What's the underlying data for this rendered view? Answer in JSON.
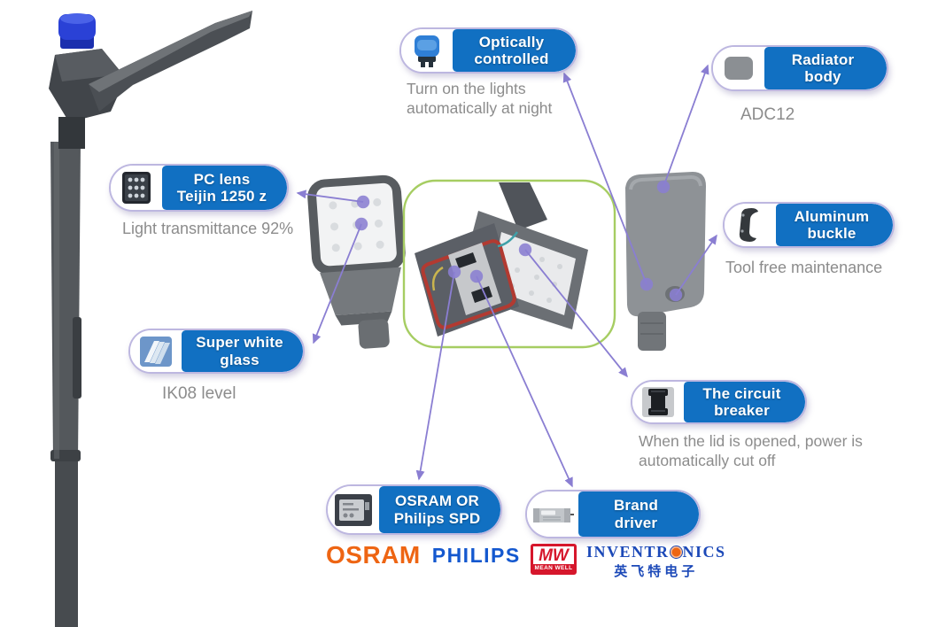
{
  "colors": {
    "pill-blue": "#1170c2",
    "pill-border": "#bdb7e0",
    "caption-gray": "#8c8c8c",
    "arrow-purple": "#8a7ed2",
    "highlight-green": "#a6cd62",
    "osram-orange": "#ee6513",
    "philips-blue": "#1458cf",
    "mw-red": "#d6172c",
    "inventronics-blue": "#1c49b8"
  },
  "callouts": [
    {
      "name": "optically-controlled",
      "icon": "photocell-icon",
      "title": "Optically\ncontrolled",
      "caption": "Turn on the lights automatically at night"
    },
    {
      "name": "radiator-body",
      "icon": "radiator-icon",
      "title": "Radiator\nbody",
      "caption": "ADC12"
    },
    {
      "name": "pc-lens",
      "icon": "lens-icon",
      "title": "PC lens\nTeijin 1250 z",
      "caption": "Light transmittance 92%"
    },
    {
      "name": "aluminum-buckle",
      "icon": "buckle-icon",
      "title": "Aluminum\nbuckle",
      "caption": "Tool free maintenance"
    },
    {
      "name": "super-white-glass",
      "icon": "glass-icon",
      "title": "Super white\nglass",
      "caption": "IK08 level"
    },
    {
      "name": "circuit-breaker",
      "icon": "breaker-icon",
      "title": "The circuit\nbreaker",
      "caption": "When the lid is opened, power is automatically cut off"
    },
    {
      "name": "spd",
      "icon": "spd-icon",
      "title": "OSRAM OR\nPhilips SPD",
      "logos": {
        "osram": "OSRAM",
        "philips": "PHILIPS"
      }
    },
    {
      "name": "brand-driver",
      "icon": "driver-icon",
      "title": "Brand\ndriver",
      "logos": {
        "mw_short": "MW",
        "mw_full": "MEAN WELL",
        "inventronics_left": "INVENTR",
        "inventronics_right": "NICS",
        "inventronics_cn": "英飞特电子"
      }
    }
  ]
}
